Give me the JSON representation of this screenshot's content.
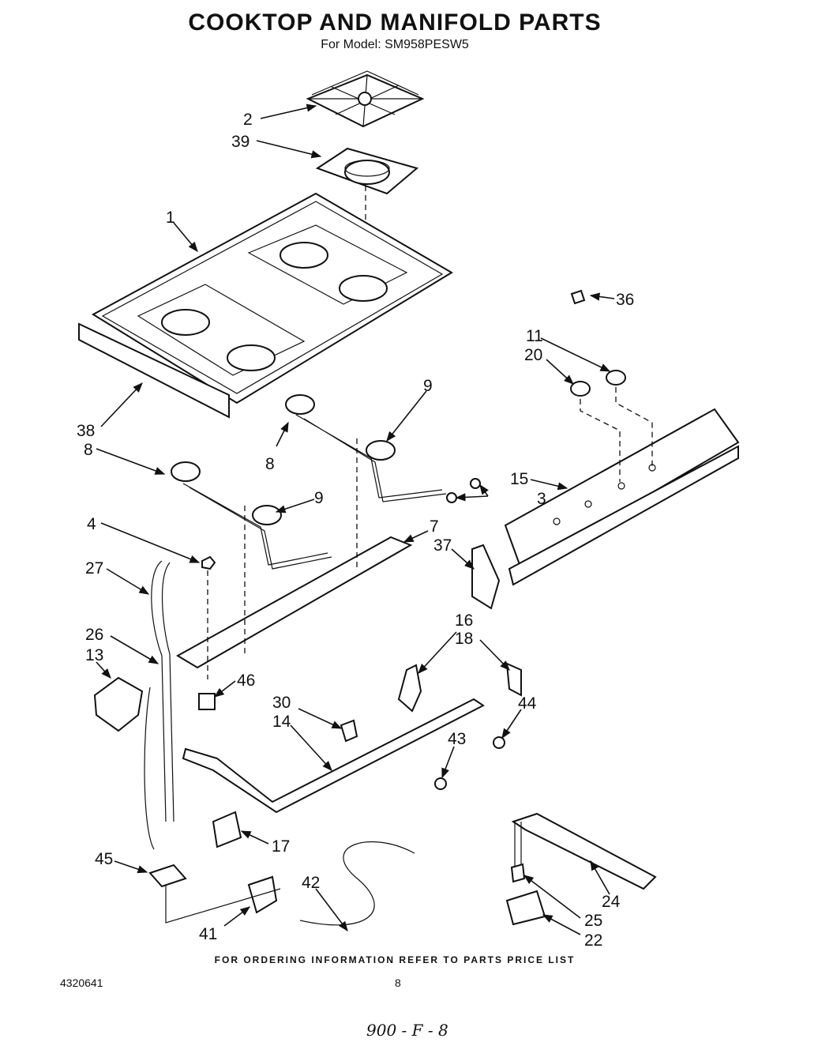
{
  "header": {
    "title": "COOKTOP AND MANIFOLD PARTS",
    "model_line": "For Model: SM958PESW5"
  },
  "footer": {
    "ordering_note": "FOR ORDERING INFORMATION REFER TO PARTS PRICE LIST",
    "doc_number": "4320641",
    "page_number": "8",
    "handwritten_code": "900 - F - 8"
  },
  "part_labels": {
    "p1": "1",
    "p2": "2",
    "p3": "3",
    "p4": "4",
    "p7": "7",
    "p8a": "8",
    "p8b": "8",
    "p9a": "9",
    "p9b": "9",
    "p11": "11",
    "p13": "13",
    "p14": "14",
    "p15": "15",
    "p16": "16",
    "p17": "17",
    "p18": "18",
    "p20": "20",
    "p22": "22",
    "p24": "24",
    "p25": "25",
    "p26": "26",
    "p27": "27",
    "p30": "30",
    "p36": "36",
    "p37": "37",
    "p38": "38",
    "p39": "39",
    "p41": "41",
    "p42": "42",
    "p43": "43",
    "p44": "44",
    "p45": "45",
    "p46": "46"
  }
}
